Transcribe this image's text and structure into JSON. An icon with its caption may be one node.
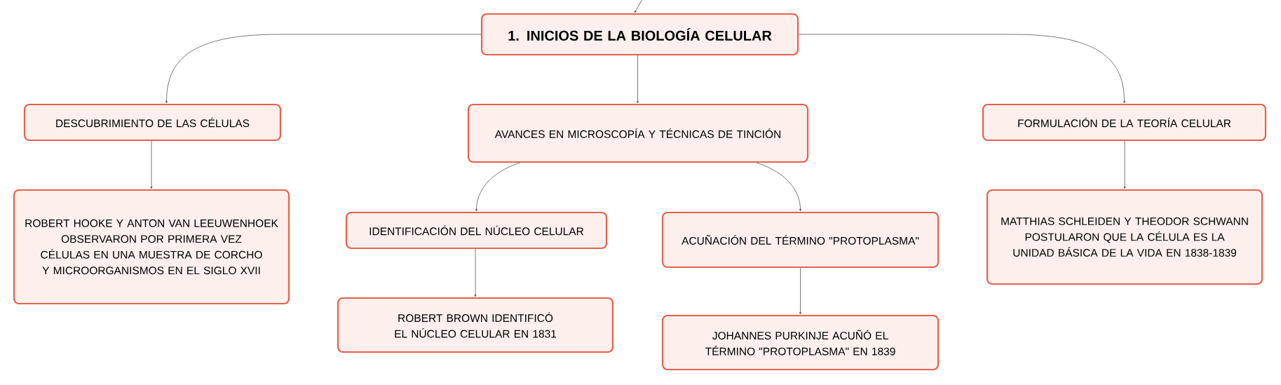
{
  "diagram": {
    "nodes": [
      {
        "text": [
          "1. INICIOS DE LA BIOLOGÍA CELULAR"
        ]
      },
      {
        "text": [
          "DESCUBRIMIENTO DE LAS CÉLULAS"
        ]
      },
      {
        "text": [
          "AVANCES EN MICROSCOPÍA Y TÉCNICAS DE TINCIÓN"
        ]
      },
      {
        "text": [
          "FORMULACIÓN DE LA TEORÍA CELULAR"
        ]
      },
      {
        "text": [
          "ROBERT HOOKE Y ANTON VAN LEEUWENHOEK OBSERVARON POR PRIMERA VEZ CÉLULAS EN UNA MUESTRA DE CORCHO Y MICROORGANISMOS EN EL SIGLO XVII"
        ]
      },
      {
        "text": [
          "IDENTIFICACIÓN DEL NÚCLEO CELULAR"
        ]
      },
      {
        "text": [
          "ACUÑACIÓN DEL TÉRMINO \"PROTOPLASMA\""
        ]
      },
      {
        "text": [
          "MATTHIAS SCHLEIDEN Y THEODOR SCHWANN POSTULARON QUE LA CÉLULA ES LA UNIDAD BÁSICA DE LA VIDA EN 1838-1839"
        ]
      },
      {
        "text": [
          "ROBERT BROWN IDENTIFICÓ EL NÚCLEO CELULAR EN 1831"
        ]
      },
      {
        "text": [
          "JOHANNES PURKINJE ACUÑÓ EL TÉRMINO \"PROTOPLASMA\" EN 1839"
        ]
      }
    ],
    "edges": [
      {
        "from": null,
        "to": 0,
        "arrow": "to"
      },
      {
        "from": 0,
        "to": 1,
        "arrow": "to"
      },
      {
        "from": 0,
        "to": 2,
        "arrow": "to"
      },
      {
        "from": 0,
        "to": 3,
        "arrow": "to"
      },
      {
        "from": 1,
        "to": 4,
        "arrow": "to"
      },
      {
        "from": 2,
        "to": 5,
        "arrow": "to"
      },
      {
        "from": 2,
        "to": 6,
        "arrow": "to"
      },
      {
        "from": 5,
        "to": 8,
        "arrow": "to"
      },
      {
        "from": 6,
        "to": 9,
        "arrow": "to"
      },
      {
        "from": 3,
        "to": 7,
        "arrow": "to"
      }
    ]
  }
}
